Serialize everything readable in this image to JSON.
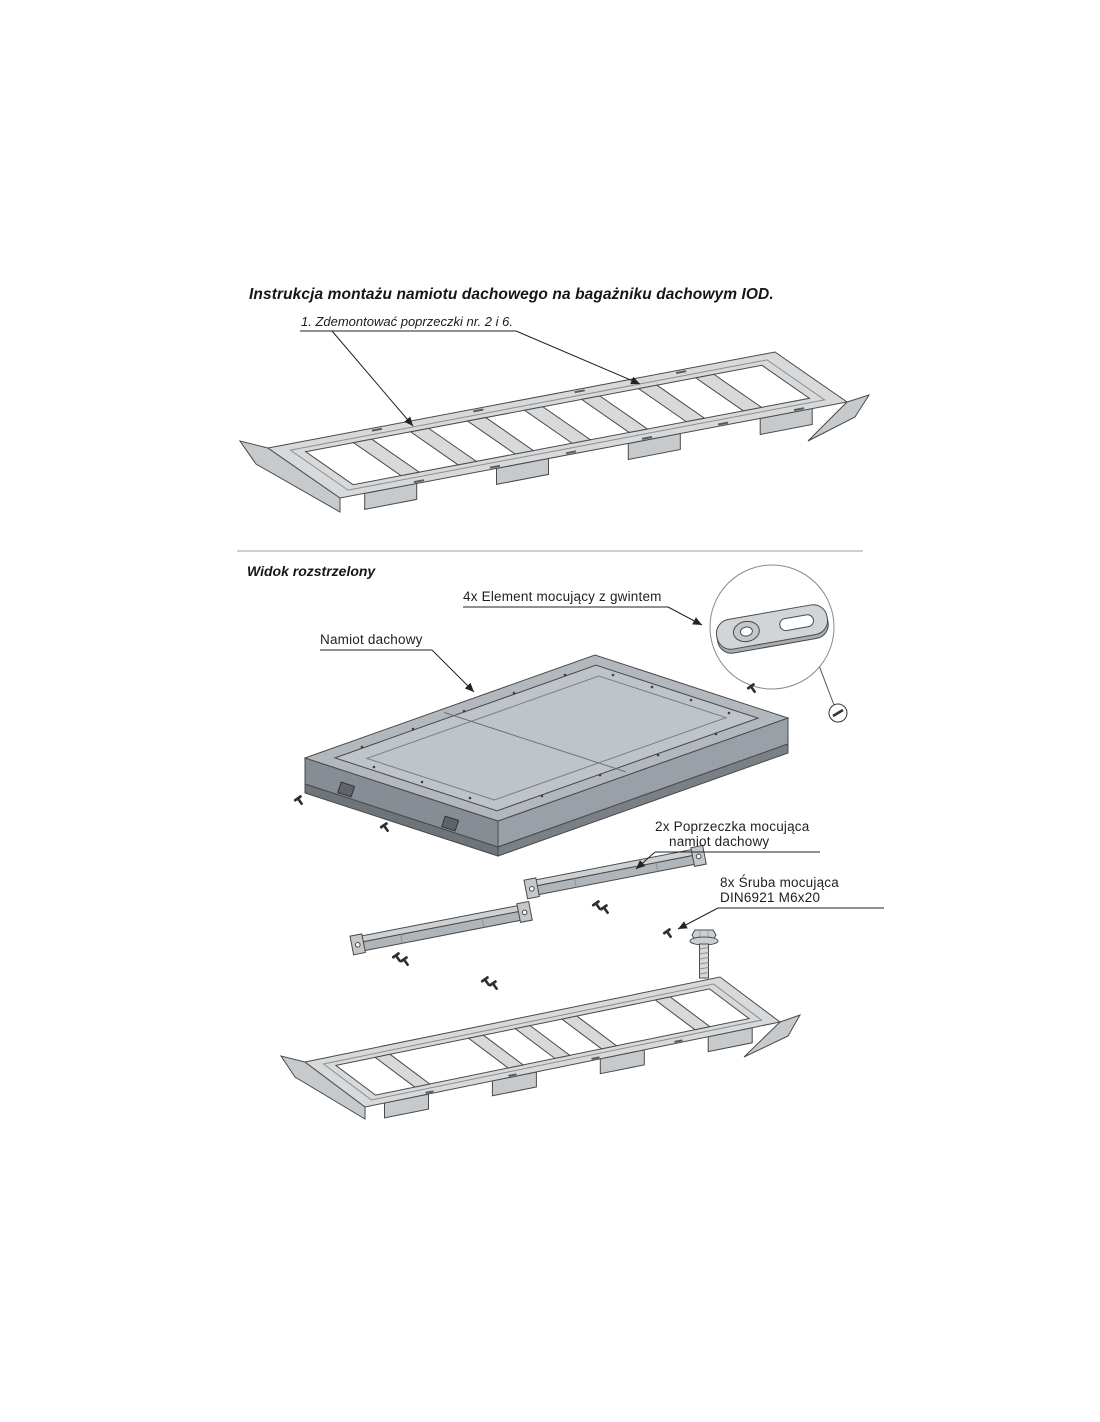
{
  "doc": {
    "title": "Instrukcja montażu namiotu dachowego na bagażniku dachowym IOD.",
    "step1_label": "1. Zdemontować poprzeczki nr. 2 i 6.",
    "exploded_view_title": "Widok rozstrzelony"
  },
  "callouts": {
    "mounting_element": "4x Element mocujący z gwintem",
    "roof_tent": "Namiot dachowy",
    "crossbar_line1": "2x Poprzeczka mocująca",
    "crossbar_line2": "namiot dachowy",
    "screw_line1": "8x Śruba mocująca",
    "screw_line2": "DIN6921 M6x20"
  },
  "colors": {
    "line": "#4a4a4a",
    "leader": "#222222",
    "metal_light": "#d8d9da",
    "metal_mid": "#aeb3b8",
    "metal_dark": "#878d94",
    "divider": "#cfcfcf",
    "background": "#ffffff"
  }
}
